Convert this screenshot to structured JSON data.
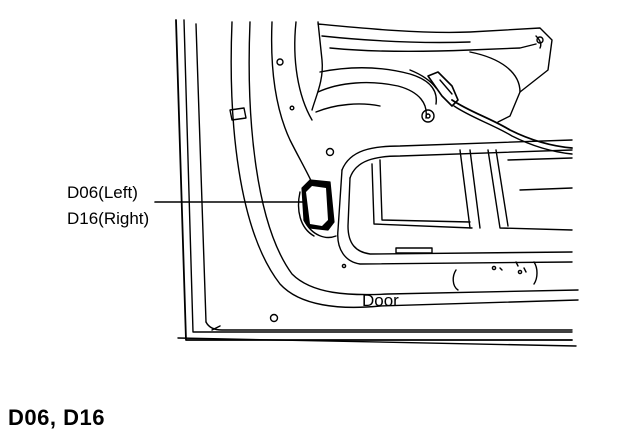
{
  "callout": {
    "line1": "D06(Left)",
    "line2": "D16(Right)"
  },
  "door_label": "Door",
  "caption": "D06,  D16",
  "colors": {
    "line": "#000000",
    "background": "#ffffff"
  }
}
